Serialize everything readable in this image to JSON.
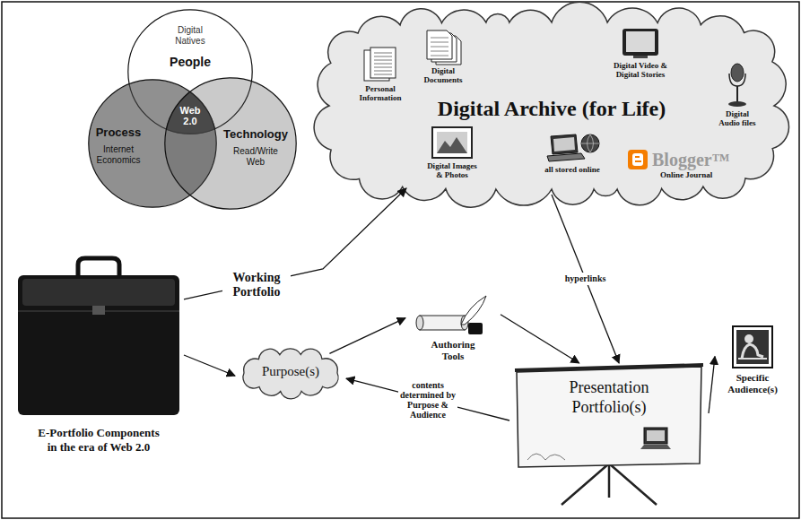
{
  "diagram": {
    "nodes": [
      {
        "text": [
          "Digital Natives",
          "People"
        ]
      },
      {
        "text": [
          "Process",
          "Internet Economics"
        ]
      },
      {
        "text": [
          "Technology",
          "Read/Write Web"
        ]
      },
      {
        "text": [
          "Digital Archive (for Life)"
        ]
      },
      {
        "text": [
          "Personal Information"
        ],
        "in": 3
      },
      {
        "text": [
          "Digital Documents"
        ],
        "in": 3
      },
      {
        "text": [
          "Digital Video & Digital Stories"
        ],
        "in": 3
      },
      {
        "text": [
          "Digital Audio files"
        ],
        "in": 3
      },
      {
        "text": [
          "Digital Images & Photos"
        ],
        "in": 3
      },
      {
        "text": [
          "all stored online"
        ],
        "in": 3
      },
      {
        "text": [
          "Blogger™",
          "Online Journal"
        ],
        "in": 3
      },
      {
        "text": [
          "E-Portfolio Components in the era of Web 2.0"
        ]
      },
      {
        "text": [
          "Purpose(s)"
        ]
      },
      {
        "text": [
          "Authoring Tools"
        ]
      },
      {
        "text": [
          "Presentation Portfolio(s)"
        ]
      },
      {
        "text": [
          "Specific Audience(s)"
        ]
      }
    ],
    "edges": [
      {
        "from": 11,
        "to": 3,
        "label": "Working Portfolio",
        "arrow": "to"
      },
      {
        "from": 11,
        "to": 12,
        "arrow": "to"
      },
      {
        "from": 12,
        "to": 13,
        "arrow": "to"
      },
      {
        "from": 13,
        "to": 14,
        "arrow": "to"
      },
      {
        "from": 3,
        "to": 14,
        "label": "hyperlinks",
        "arrow": "to"
      },
      {
        "from": 14,
        "to": 12,
        "label": "contents determined by Purpose & Audience",
        "arrow": "to"
      },
      {
        "from": 14,
        "to": 15,
        "arrow": "to"
      }
    ],
    "labels": [
      "Web 2.0"
    ]
  }
}
